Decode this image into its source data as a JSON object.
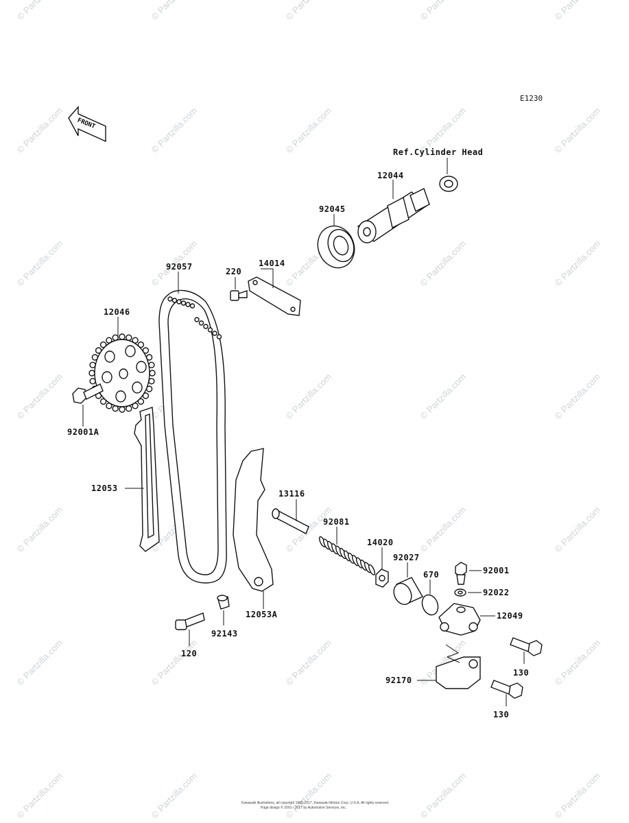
{
  "diagram": {
    "code": "E1230",
    "front_label": "FRONT",
    "reference_label": "Ref.Cylinder Head",
    "watermark": "© Partzilla.com",
    "footer_line1": "Kawasaki illustrations, all copyright 1985-2017, Kawasaki Motors Corp. U.S.A. All rights reserved.",
    "footer_line2": "Page design © 2001 - 2017 by Automotive Services, Inc."
  },
  "parts": [
    {
      "id": "p12044",
      "number": "12044",
      "name": "camshaft"
    },
    {
      "id": "p92045",
      "number": "92045",
      "name": "bearing"
    },
    {
      "id": "p14014",
      "number": "14014",
      "name": "cover plate"
    },
    {
      "id": "p220",
      "number": "220",
      "name": "screw"
    },
    {
      "id": "p92057",
      "number": "92057",
      "name": "cam chain"
    },
    {
      "id": "p12046",
      "number": "12046",
      "name": "sprocket"
    },
    {
      "id": "p92001A",
      "number": "92001A",
      "name": "bolt"
    },
    {
      "id": "p12053",
      "number": "12053",
      "name": "chain guide"
    },
    {
      "id": "p13116",
      "number": "13116",
      "name": "pin"
    },
    {
      "id": "p92081",
      "number": "92081",
      "name": "spring"
    },
    {
      "id": "p14020",
      "number": "14020",
      "name": "nut"
    },
    {
      "id": "p92027",
      "number": "92027",
      "name": "collar"
    },
    {
      "id": "p670",
      "number": "670",
      "name": "o-ring"
    },
    {
      "id": "p92001",
      "number": "92001",
      "name": "bolt"
    },
    {
      "id": "p92022",
      "number": "92022",
      "name": "washer"
    },
    {
      "id": "p12049",
      "number": "12049",
      "name": "tensioner"
    },
    {
      "id": "p130a",
      "number": "130",
      "name": "bolt"
    },
    {
      "id": "p92170",
      "number": "92170",
      "name": "bracket"
    },
    {
      "id": "p130b",
      "number": "130",
      "name": "bolt"
    },
    {
      "id": "p12053A",
      "number": "12053A",
      "name": "tensioner guide"
    },
    {
      "id": "p92143",
      "number": "92143",
      "name": "collar"
    },
    {
      "id": "p120",
      "number": "120",
      "name": "bolt"
    }
  ]
}
